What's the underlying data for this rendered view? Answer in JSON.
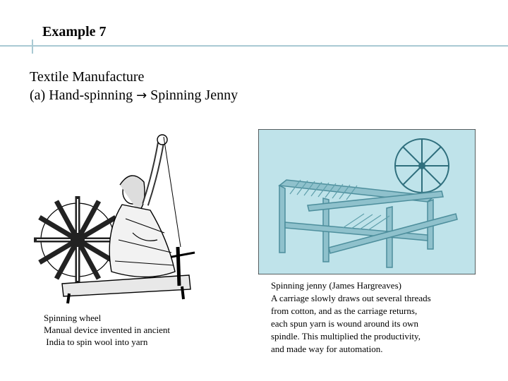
{
  "slide": {
    "title": "Example 7",
    "body": {
      "line1": "Textile Manufacture",
      "line2_part1": "(a)  Hand-spinning ",
      "line2_arrow": "→",
      "line2_part2": " Spinning Jenny"
    }
  },
  "figures": {
    "left": {
      "icon": "spinning-wheel-illustration",
      "caption": [
        "Spinning wheel",
        "Manual device invented in ancient",
        " India to spin wool into yarn"
      ]
    },
    "right": {
      "icon": "spinning-jenny-photo",
      "caption": [
        "Spinning jenny (James Hargreaves)",
        "A carriage slowly draws out several threads",
        "from cotton, and as the carriage returns,",
        "each spun yarn is wound around its own",
        "spindle. This multiplied the productivity,",
        "and made way for automation."
      ]
    }
  },
  "colors": {
    "accent_line": "#a9c9d3",
    "photo_bg": "#bfe3ea"
  }
}
